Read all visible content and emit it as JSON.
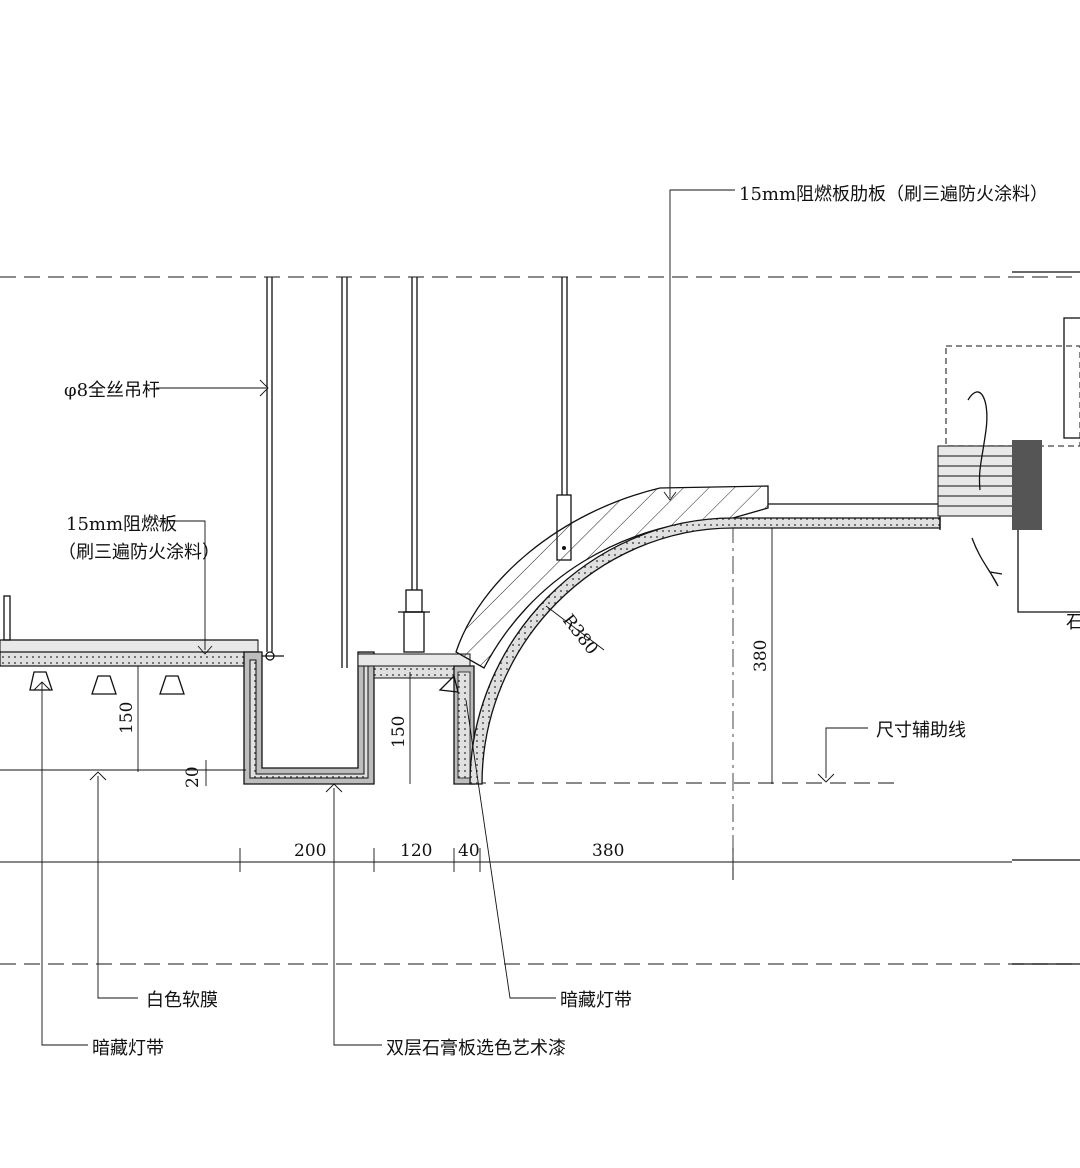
{
  "labels": {
    "top_rib_board": "15mm阻燃板肋板（刷三遍防火涂料）",
    "hanger_rod": "φ8全丝吊杆",
    "fire_board_line1": "15mm阻燃板",
    "fire_board_line2": "（刷三遍防火涂料）",
    "aux_line": "尺寸辅助线",
    "white_film": "白色软膜",
    "hidden_light_left": "暗藏灯带",
    "gypsum_board": "双层石膏板选色艺术漆",
    "hidden_light_right": "暗藏灯带",
    "radius": "R380",
    "edge_text": "石"
  },
  "dimensions": {
    "d150_left": "150",
    "d20": "20",
    "d150_mid": "150",
    "d380_vertical": "380",
    "d200": "200",
    "d120": "120",
    "d40": "40",
    "d380_horizontal": "380"
  }
}
